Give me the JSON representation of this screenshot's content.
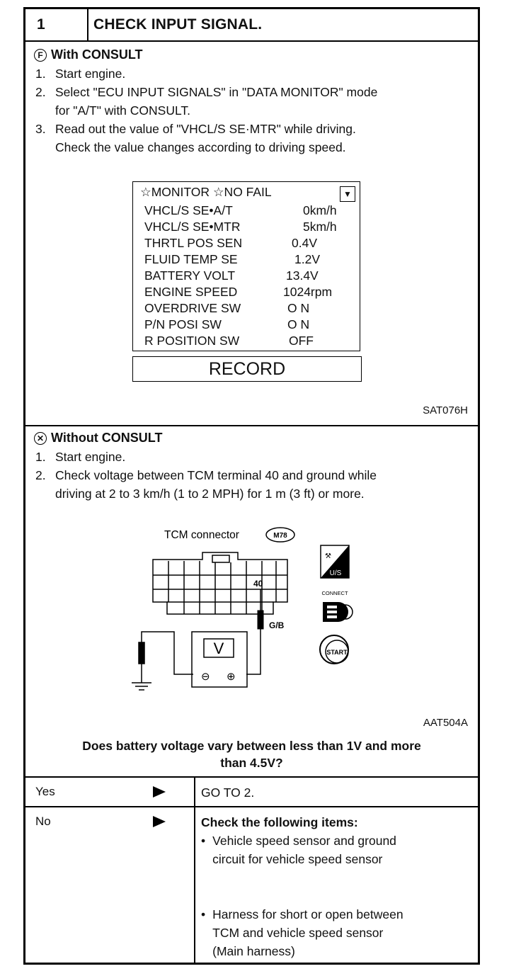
{
  "header": {
    "number": "1",
    "title": "CHECK INPUT SIGNAL."
  },
  "with_consult": {
    "icon_glyph": "F",
    "title": "With CONSULT",
    "steps": [
      {
        "n": "1.",
        "text": "Start engine."
      },
      {
        "n": "2.",
        "text": "Select \"ECU INPUT SIGNALS\" in \"DATA MONITOR\" mode",
        "cont": "for \"A/T\" with CONSULT."
      },
      {
        "n": "3.",
        "text": "Read out the value of \"VHCL/S SE·MTR\" while driving.",
        "cont": "Check the value changes according to driving speed."
      }
    ],
    "monitor": {
      "header": "☆MONITOR  ☆NO FAIL",
      "rows": [
        {
          "label": "VHCL/S SE•A/T",
          "value": "0km/h"
        },
        {
          "label": "VHCL/S SE•MTR",
          "value": "5km/h"
        },
        {
          "label": "THRTL POS SEN",
          "value": "0.4V"
        },
        {
          "label": "FLUID TEMP SE",
          "value": "1.2V"
        },
        {
          "label": "BATTERY VOLT",
          "value": "13.4V"
        },
        {
          "label": "ENGINE SPEED",
          "value": "1024rpm"
        },
        {
          "label": "OVERDRIVE SW",
          "value": "O N"
        },
        {
          "label": "P/N POSI SW",
          "value": "O N"
        },
        {
          "label": "R POSITION SW",
          "value": "OFF"
        }
      ],
      "record_label": "RECORD"
    },
    "figure_ref": "SAT076H"
  },
  "without_consult": {
    "icon_glyph": "✕",
    "title": "Without CONSULT",
    "steps": [
      {
        "n": "1.",
        "text": "Start engine."
      },
      {
        "n": "2.",
        "text": "Check voltage between TCM terminal 40 and ground while",
        "cont": "driving at 2 to 3 km/h (1 to 2 MPH) for 1 m (3 ft) or more."
      }
    ],
    "diagram": {
      "connector_label": "TCM connector",
      "connector_code": "M78",
      "terminal": "40",
      "wire_color": "G/B",
      "meter_symbol": "V",
      "meter_neg": "⊖",
      "meter_pos": "⊕",
      "icon_us": "U/S",
      "icon_connect": "CONNECT",
      "icon_start": "START"
    },
    "figure_ref": "AAT504A"
  },
  "question": {
    "line1": "Does battery voltage vary between less than 1V and more",
    "line2": "than 4.5V?"
  },
  "answers": [
    {
      "label": "Yes",
      "result": "GO TO 2."
    },
    {
      "label": "No",
      "heading": "Check the following items:",
      "items": [
        {
          "line1": "Vehicle speed sensor and ground",
          "line2": "circuit for vehicle speed sensor"
        },
        {
          "line1": "Harness for short or open between",
          "line2": "TCM and vehicle speed sensor",
          "line3": "(Main harness)"
        }
      ]
    }
  ]
}
